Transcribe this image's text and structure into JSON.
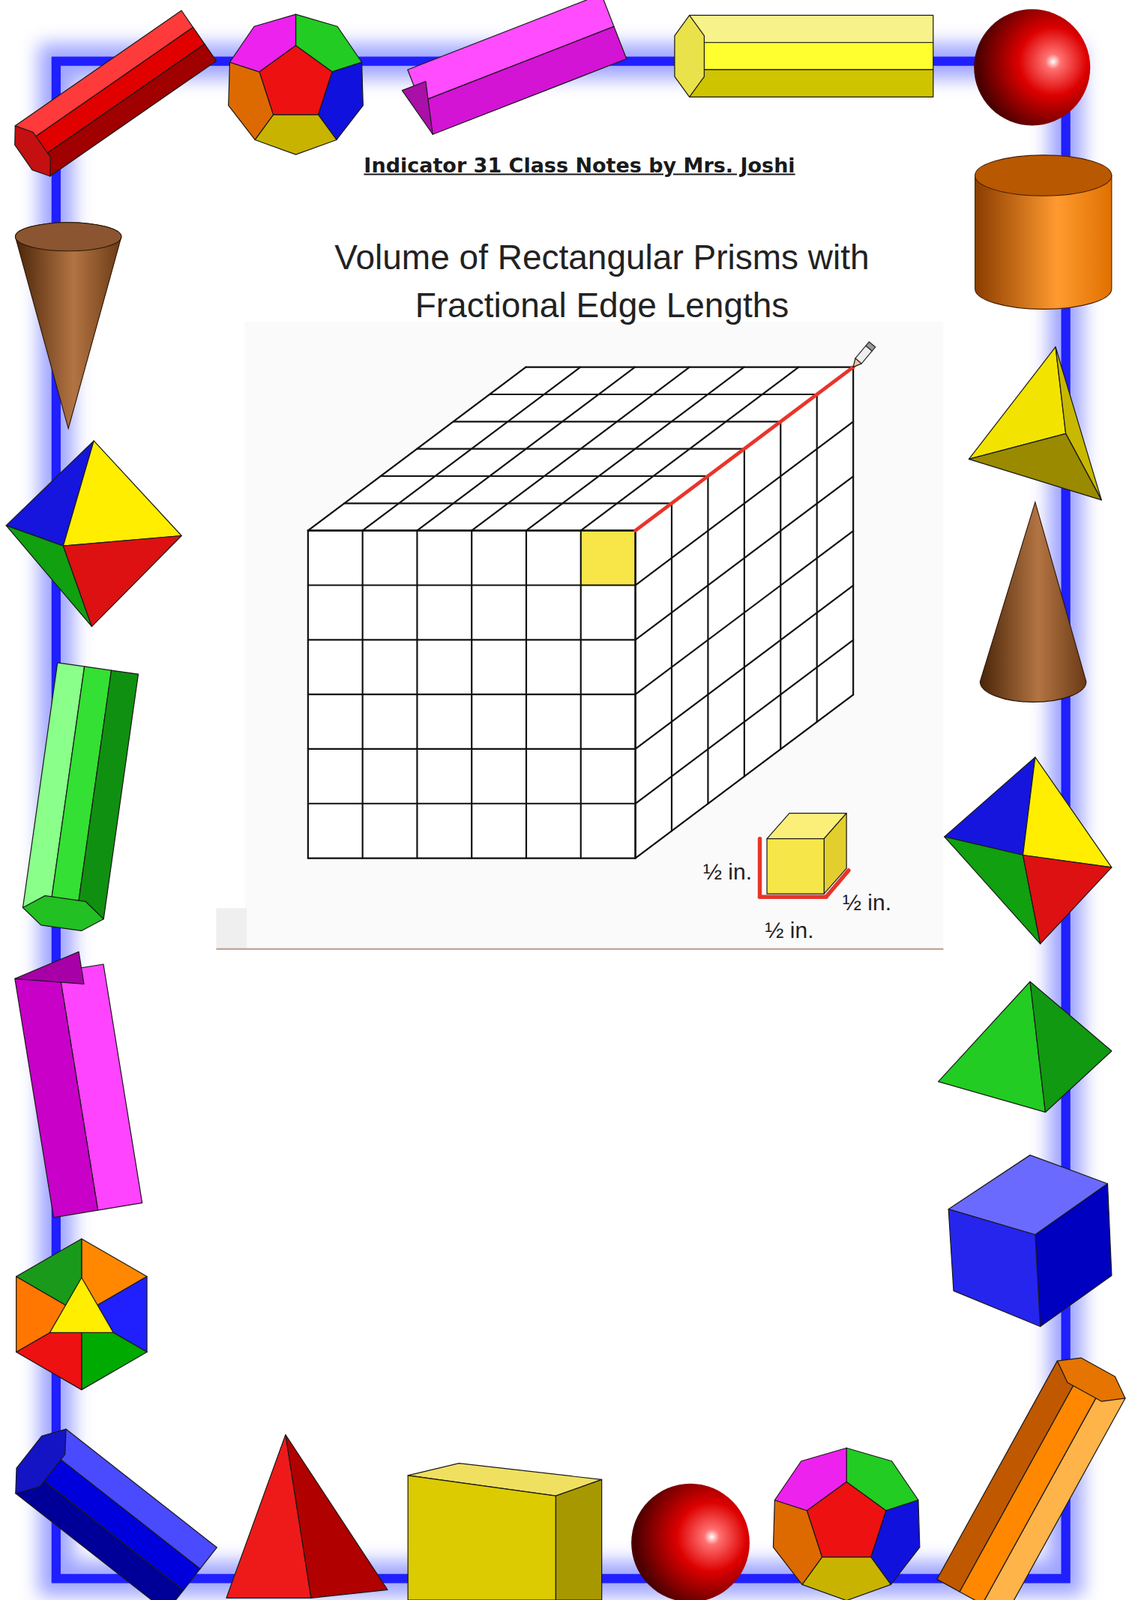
{
  "diagram": {
    "title": "Indicator 31 Class Notes by Mrs. Joshi",
    "labels": [
      "Volume of Rectangular Prisms with Fractional Edge Lengths",
      "½ in.",
      "½ in.",
      "½ in."
    ]
  }
}
